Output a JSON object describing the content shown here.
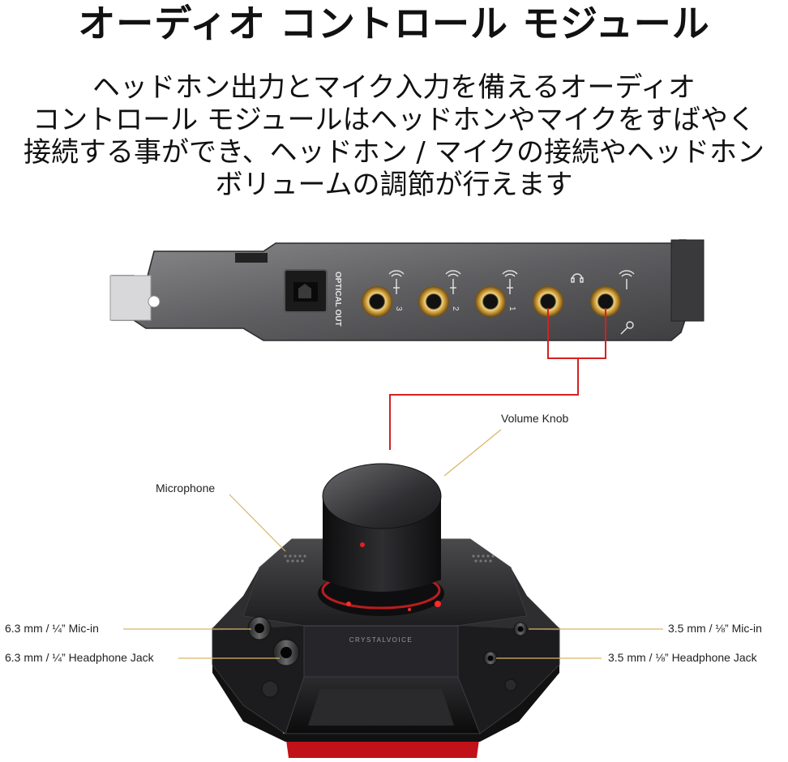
{
  "title": "オーディオ コントロール モジュール",
  "description": [
    "ヘッドホン出力とマイク入力を備えるオーディオ",
    "コントロール モジュールはヘッドホンやマイクをすばやく",
    "接続する事ができ、ヘッドホン / マイクの接続やヘッドホン",
    "ボリュームの調節が行えます"
  ],
  "card": {
    "optical_label": "OPTICAL OUT",
    "jack_numbers": [
      "3",
      "2",
      "1"
    ]
  },
  "module": {
    "brand_text": "CRYSTALVOICE"
  },
  "callouts": {
    "volume_knob": "Volume Knob",
    "microphone": "Microphone",
    "mic_in_63": "6.3 mm / ¼” Mic-in",
    "headphone_63": "6.3 mm / ¼” Headphone Jack",
    "mic_in_35": "3.5 mm / ⅛” Mic-in",
    "headphone_35": "3.5 mm / ⅛” Headphone Jack"
  },
  "colors": {
    "connector_red": "#d62020",
    "leader_gold": "#d9b46a",
    "jack_gold": "#c9a24a"
  }
}
